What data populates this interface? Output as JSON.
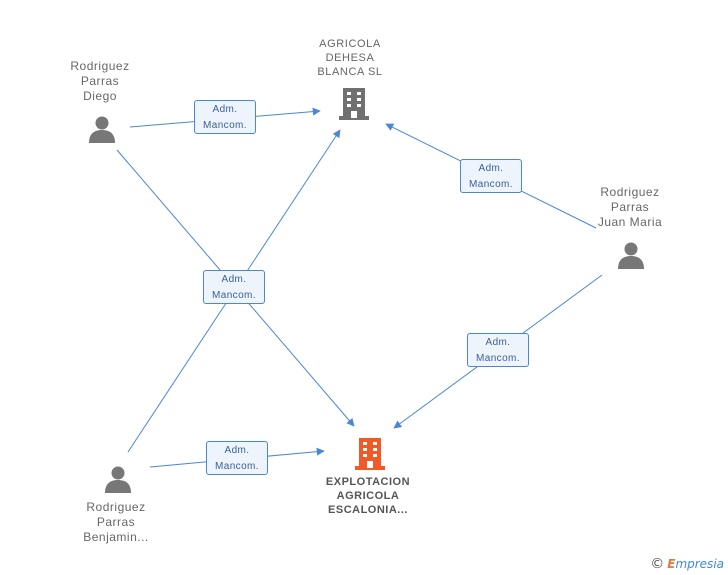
{
  "nodes": {
    "diego": {
      "line1": "Rodriguez",
      "line2": "Parras",
      "line3": "Diego"
    },
    "juan": {
      "line1": "Rodriguez",
      "line2": "Parras",
      "line3": "Juan Maria"
    },
    "benjamin": {
      "line1": "Rodriguez",
      "line2": "Parras",
      "line3": "Benjamin..."
    },
    "dehesa": {
      "line1": "AGRICOLA",
      "line2": "DEHESA",
      "line3": "BLANCA  SL"
    },
    "explotacion": {
      "line1": "EXPLOTACION",
      "line2": "AGRICOLA",
      "line3": "ESCALONIA..."
    }
  },
  "edge_labels": {
    "e1": {
      "line1": "Adm.",
      "line2": "Mancom."
    },
    "e2": {
      "line1": "Adm.",
      "line2": "Mancom."
    },
    "e3": {
      "line1": "Adm.",
      "line2": "Mancom."
    },
    "e4": {
      "line1": "Adm.",
      "line2": "Mancom."
    },
    "e5": {
      "line1": "Adm.",
      "line2": "Mancom."
    }
  },
  "brand": {
    "copyright": "©",
    "e": "E",
    "rest": "mpresia"
  },
  "colors": {
    "edge": "#4a86d9",
    "person_icon": "#777777",
    "company_icon": "#707070",
    "main_company_icon": "#f05a28"
  }
}
